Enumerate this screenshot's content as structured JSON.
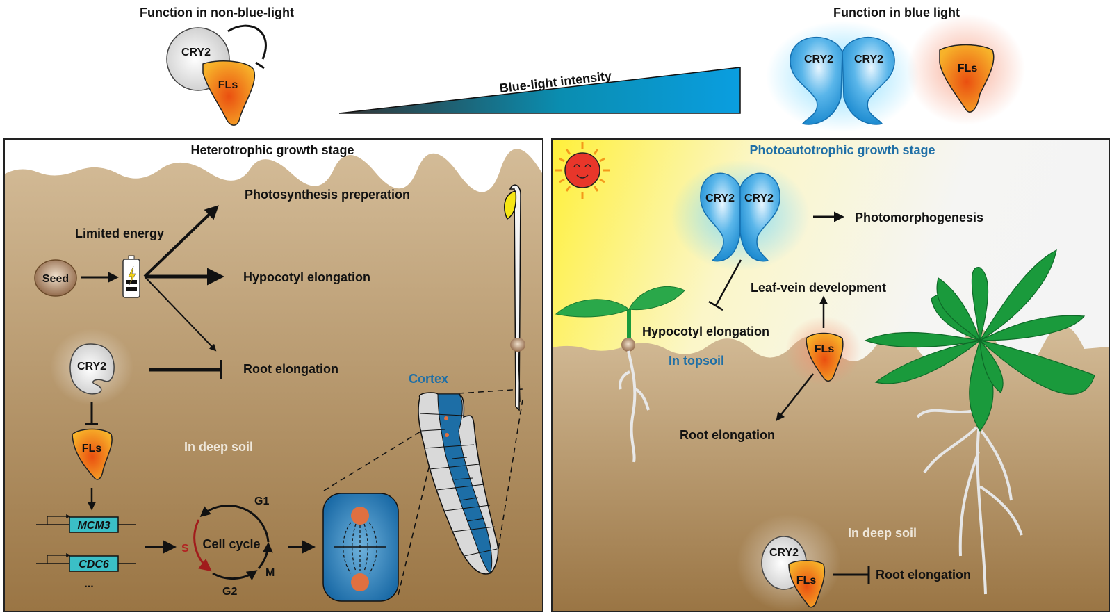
{
  "top": {
    "non_blue_title": "Function in non-blue-light",
    "blue_title": "Function in blue light",
    "gradient_label": "Blue-light intensity",
    "cry2": "CRY2",
    "fls": "FLs"
  },
  "left_panel": {
    "title": "Heterotrophic growth stage",
    "seed": "Seed",
    "limited_energy": "Limited energy",
    "photosynthesis": "Photosynthesis preperation",
    "hypocotyl": "Hypocotyl elongation",
    "root": "Root elongation",
    "cry2": "CRY2",
    "fls": "FLs",
    "deep_soil": "In deep soil",
    "genes": [
      "MCM3",
      "CDC6"
    ],
    "ellipsis": "...",
    "cell_cycle": "Cell cycle",
    "phases": {
      "g1": "G1",
      "s": "S",
      "g2": "G2",
      "m": "M"
    },
    "cortex": "Cortex"
  },
  "right_panel": {
    "title": "Photoautotrophic growth stage",
    "cry2": "CRY2",
    "photomorphogenesis": "Photomorphogenesis",
    "leaf_vein": "Leaf-vein development",
    "hypocotyl": "Hypocotyl elongation",
    "topsoil": "In topsoil",
    "fls": "FLs",
    "root_topsoil": "Root elongation",
    "deep_soil": "In deep soil",
    "root_deep": "Root elongation"
  },
  "colors": {
    "soil_top": "#d4bc98",
    "soil_bottom": "#9a7544",
    "cry2_blue": "#2a9ad8",
    "fls_orange": "#f07a1a",
    "cortex_blue": "#1d6ea6",
    "leaf_green": "#1a9a3c"
  }
}
